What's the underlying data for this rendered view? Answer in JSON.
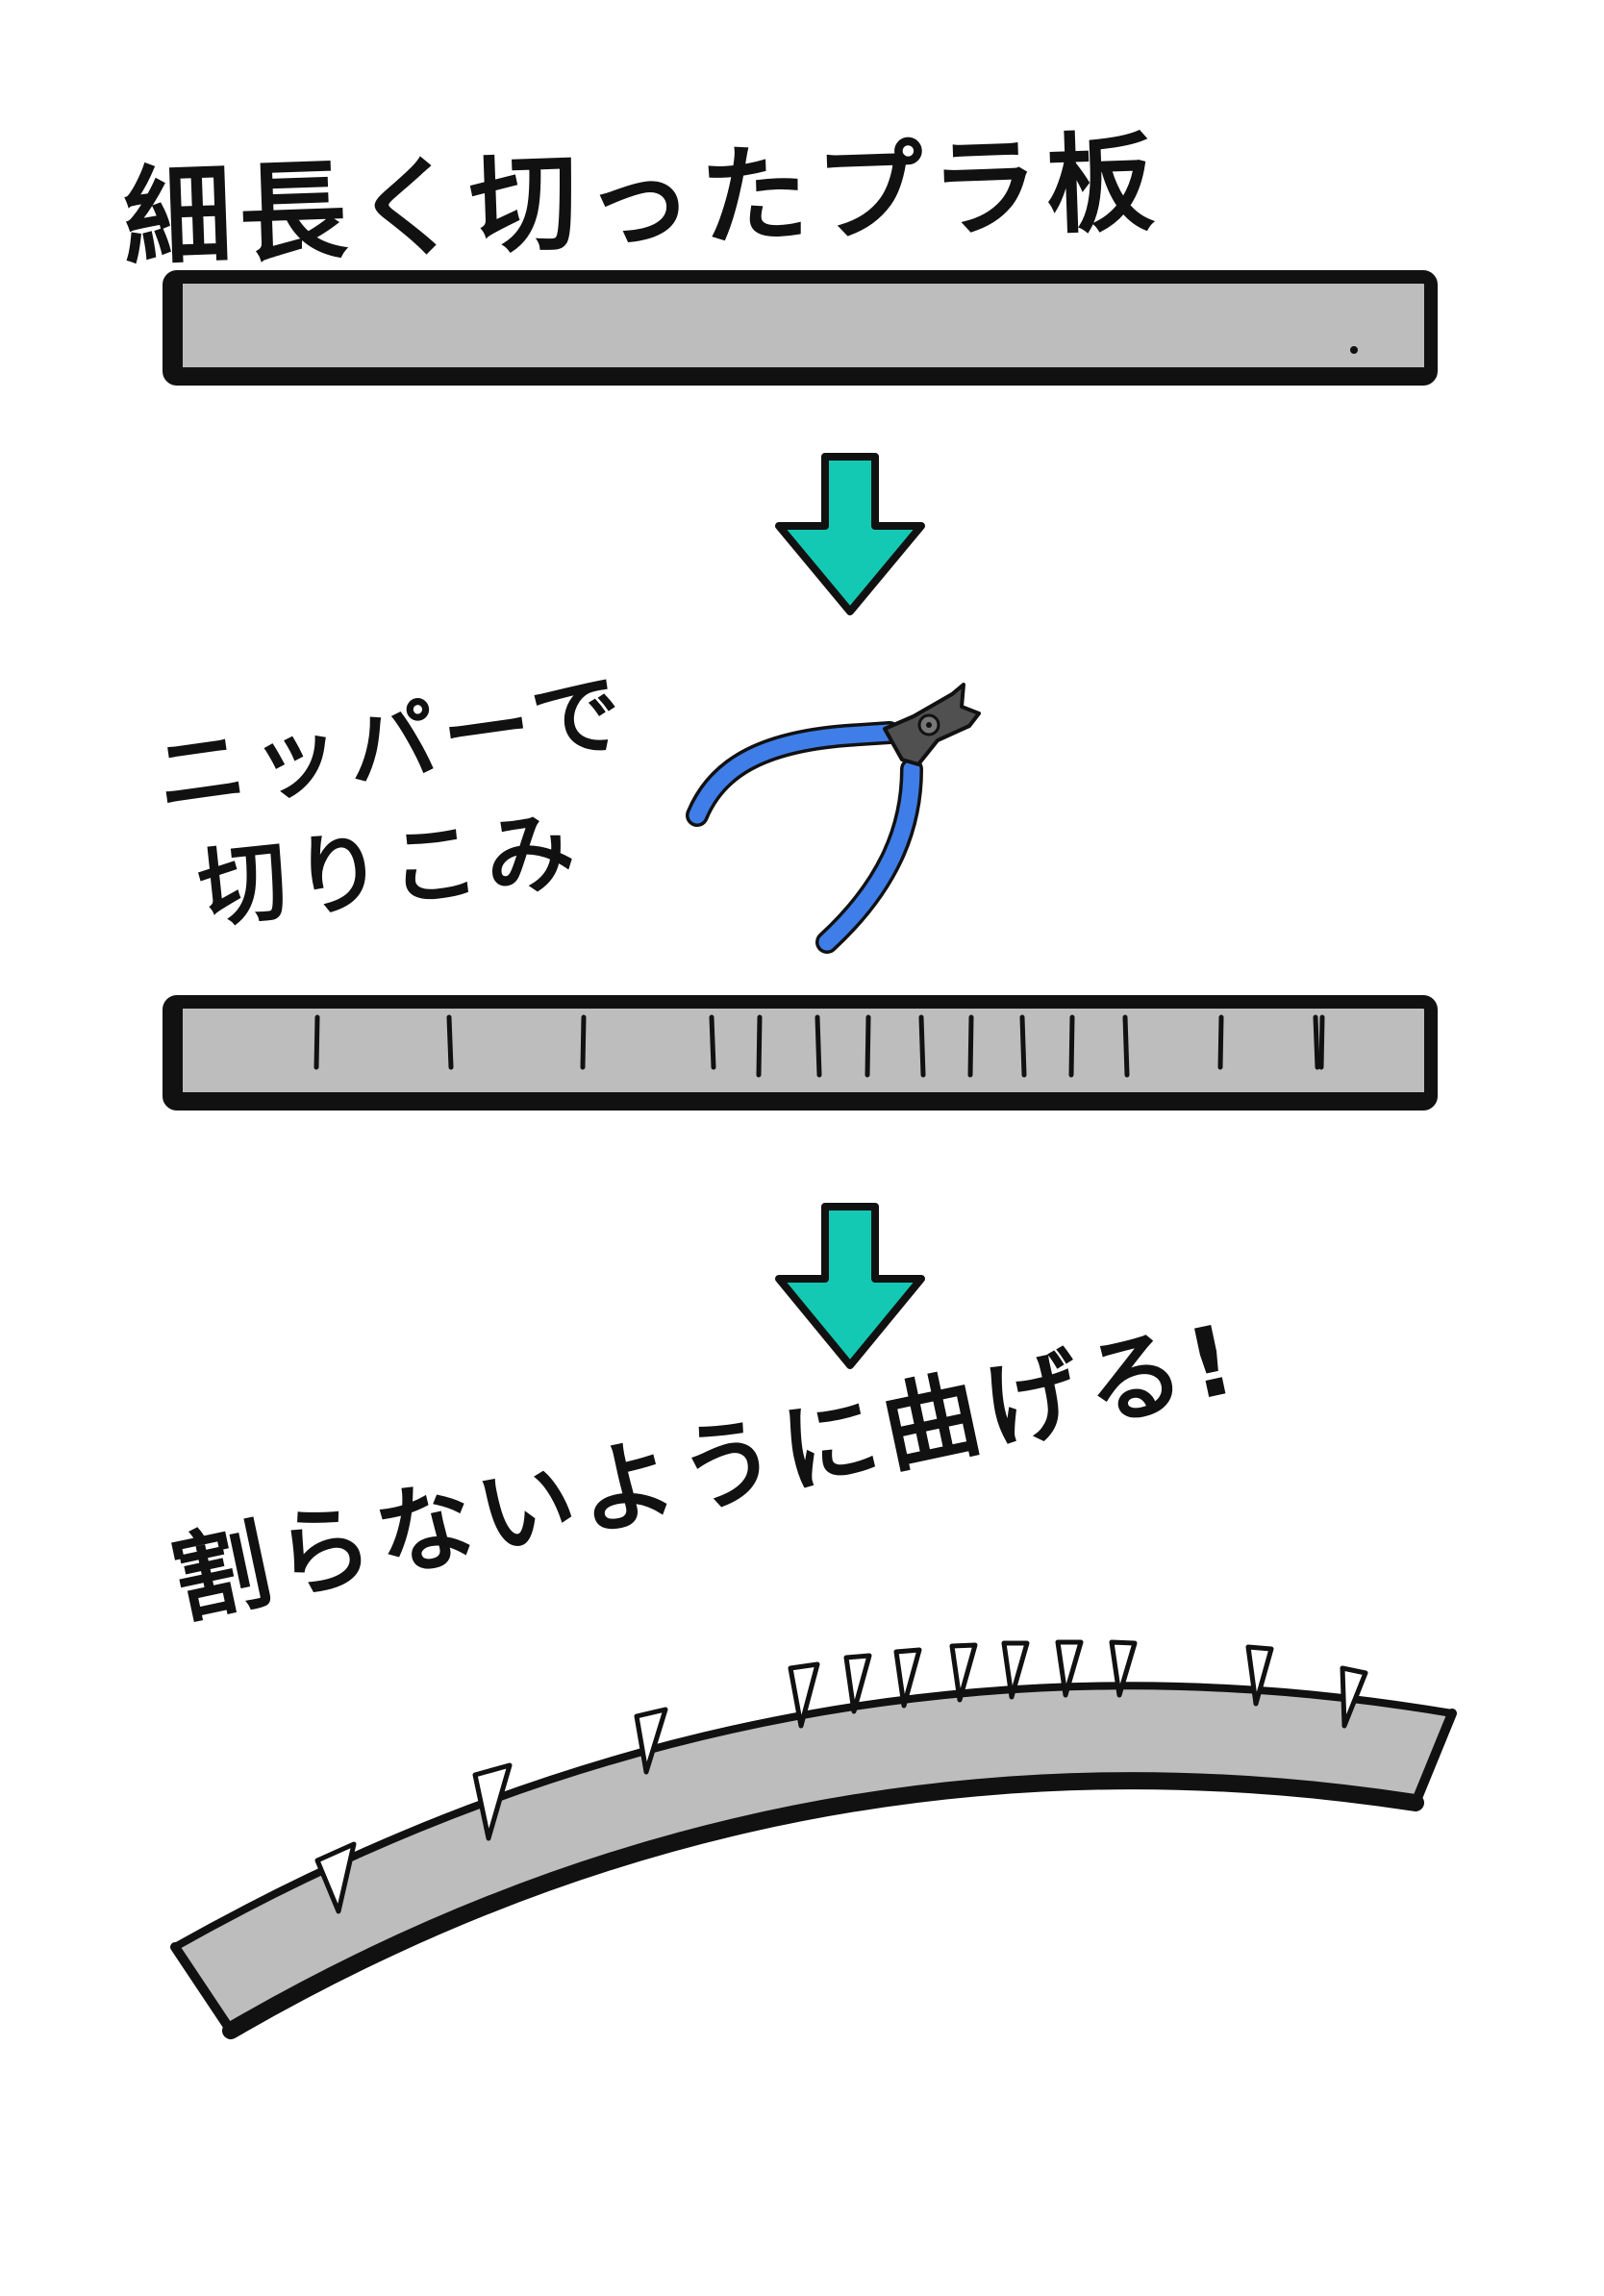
{
  "steps": {
    "step1_label": "細長く切ったプラ板",
    "step2_label_line1": "ニッパーで",
    "step2_label_line2": "切りこみ",
    "step3_label": "割らないように曲げる!"
  },
  "icons": {
    "arrow_1": "down-arrow-icon",
    "arrow_2": "down-arrow-icon",
    "tool": "nipper-icon"
  },
  "colors": {
    "plate_fill": "#bdbdbd",
    "outline": "#111111",
    "arrow": "#14c9b3",
    "nipper_handle": "#3f7ee8",
    "nipper_head": "#505050"
  },
  "cuts_on_plate": 15
}
